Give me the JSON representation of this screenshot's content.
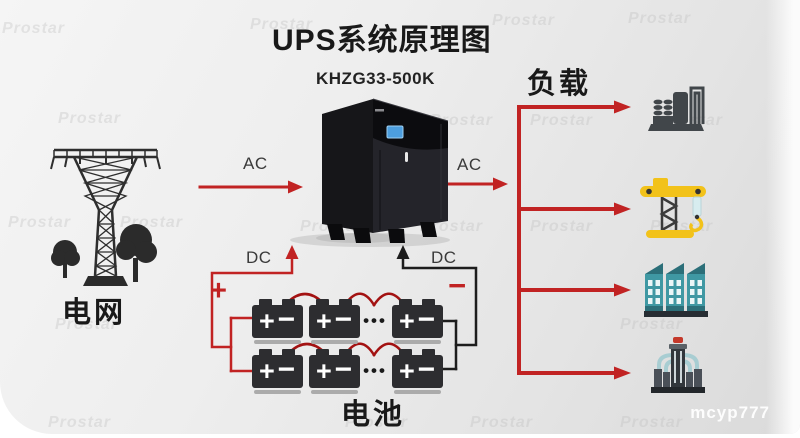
{
  "title": "UPS系统原理图",
  "ups": {
    "model": "KHZG33-500K"
  },
  "source": {
    "label": "电网"
  },
  "loads": {
    "label": "负载",
    "count": 4
  },
  "battery": {
    "label": "电池",
    "plus_symbol": "+",
    "minus_symbol": "−",
    "dots": "•••",
    "rows": 2,
    "visible_per_row": 3
  },
  "labels": {
    "ac_in": "AC",
    "ac_out": "AC",
    "dc_left": "DC",
    "dc_right": "DC",
    "dc_plus": "+",
    "dc_minus": "−"
  },
  "connections": [
    {
      "from": "电网",
      "to": "UPS KHZG33-500K",
      "label": "AC"
    },
    {
      "from": "UPS KHZG33-500K",
      "to": "负载",
      "label": "AC"
    },
    {
      "from": "电池",
      "to": "UPS KHZG33-500K",
      "label": "DC"
    }
  ],
  "watermark": {
    "brand": "Prostar",
    "corner": "mcyp777"
  },
  "colors": {
    "accent_red": "#c12323",
    "wire_black": "#1d1d1d",
    "battery_link_red": "#a31212",
    "screen_blue": "#4d9ede"
  }
}
